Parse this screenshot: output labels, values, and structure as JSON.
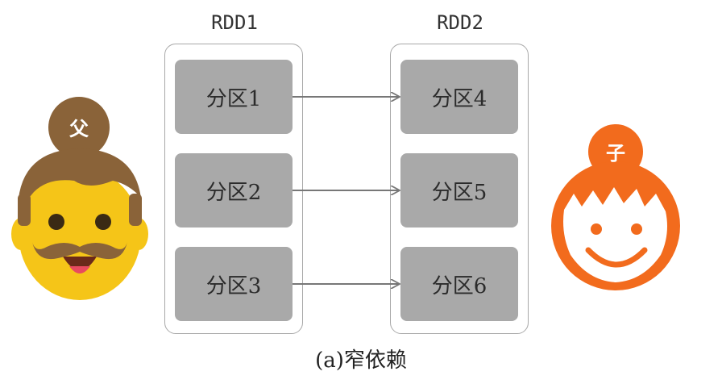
{
  "diagram": {
    "rdd1": {
      "title": "RDD1",
      "partitions": [
        "分区1",
        "分区2",
        "分区3"
      ]
    },
    "rdd2": {
      "title": "RDD2",
      "partitions": [
        "分区4",
        "分区5",
        "分区6"
      ]
    },
    "parent_label": "父",
    "child_label": "子",
    "caption": "(a)窄依赖",
    "colors": {
      "partition_fill": "#a9a9a9",
      "box_border": "#a8a8a8",
      "arrow": "#777777",
      "parent_hair": "#8a6339",
      "parent_face": "#f5c518",
      "child_orange": "#f26b1d"
    }
  }
}
